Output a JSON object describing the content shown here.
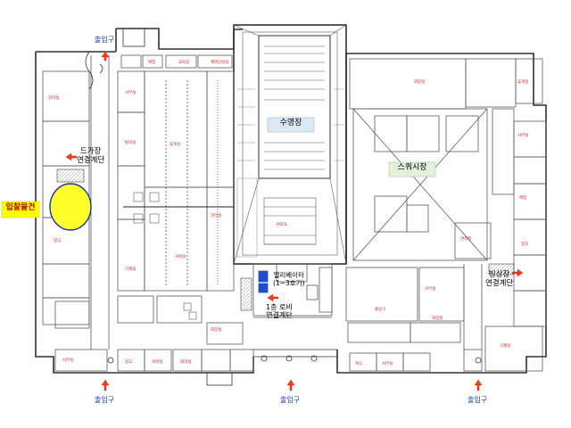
{
  "labels": {
    "entrance_top": "출입구",
    "entrance_bottom_left": "출입구",
    "entrance_bottom_mid": "출입구",
    "entrance_bottom_right": "출입구",
    "pool": "수영장",
    "squash": "스쿼시장",
    "bid_item": "입찰물건",
    "stair_left": "드가장\n연결계단",
    "stair_right": "빙상장\n연결계단",
    "elevator": "엘리베이터\n(1~3호기)",
    "lobby_stair": "1층 로비\n연결계단"
  },
  "room_labels": [
    "관리실",
    "사무실",
    "탈의실",
    "휴게실",
    "창고",
    "기계실",
    "샤워실",
    "매점",
    "교육장",
    "체력단련실",
    "사무실",
    "창고",
    "샤워실",
    "탈의실",
    "화장실",
    "관리실",
    "POOL",
    "화장실",
    "휴게실",
    "사무실",
    "매점",
    "창고",
    "관리실",
    "사무실",
    "출입구",
    "화장실",
    "복도",
    "사무실",
    "기계실"
  ],
  "colors": {
    "wall": "#303030",
    "room_line": "#5a5a5a",
    "room_red": "#d21a1a",
    "bid_circle_fill": "#ffff2a",
    "bid_circle_stroke": "#1e2fb4",
    "pool_fill": "#dbe9f6",
    "squash_fill": "#e3f0dc",
    "bid_label_fill": "#ffff00",
    "arrow_fill": "#ff3a1a",
    "entrance_text": "#1a3fb0",
    "elevator_icon": "#1e4fc8"
  }
}
